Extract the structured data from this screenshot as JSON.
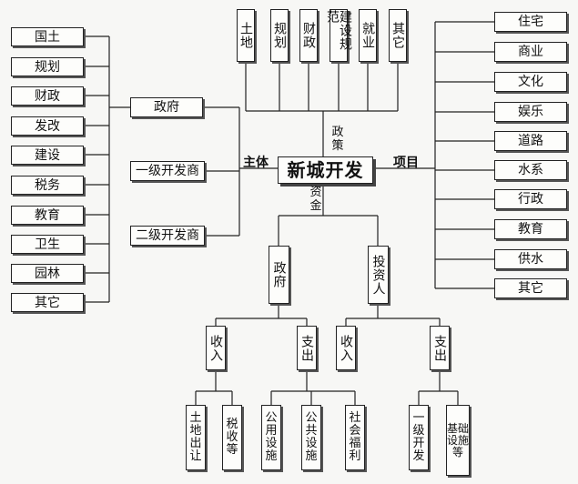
{
  "center": "新城开发",
  "labels": {
    "subject": "主体",
    "project": "项目",
    "policy": "政策",
    "funds": "资金"
  },
  "policy_items": [
    "土地",
    "规划",
    "财政",
    "建设规范",
    "就业",
    "其它"
  ],
  "subject_items": [
    "政府",
    "一级开发商",
    "二级开发商"
  ],
  "gov_departments": [
    "国土",
    "规划",
    "财政",
    "发改",
    "建设",
    "税务",
    "教育",
    "卫生",
    "园林",
    "其它"
  ],
  "project_items": [
    "住宅",
    "商业",
    "文化",
    "娱乐",
    "道路",
    "水系",
    "行政",
    "教育",
    "供水",
    "其它"
  ],
  "funds": {
    "government": "政府",
    "investor": "投资人",
    "gov_income": "收入",
    "gov_expense": "支出",
    "inv_income": "收入",
    "inv_expense": "支出",
    "gov_income_items": [
      "土地出让",
      "税收等"
    ],
    "gov_expense_items": [
      "公用设施",
      "公共设施",
      "社会福利"
    ],
    "inv_expense_items": [
      "一级开发",
      "基础设施等"
    ]
  }
}
